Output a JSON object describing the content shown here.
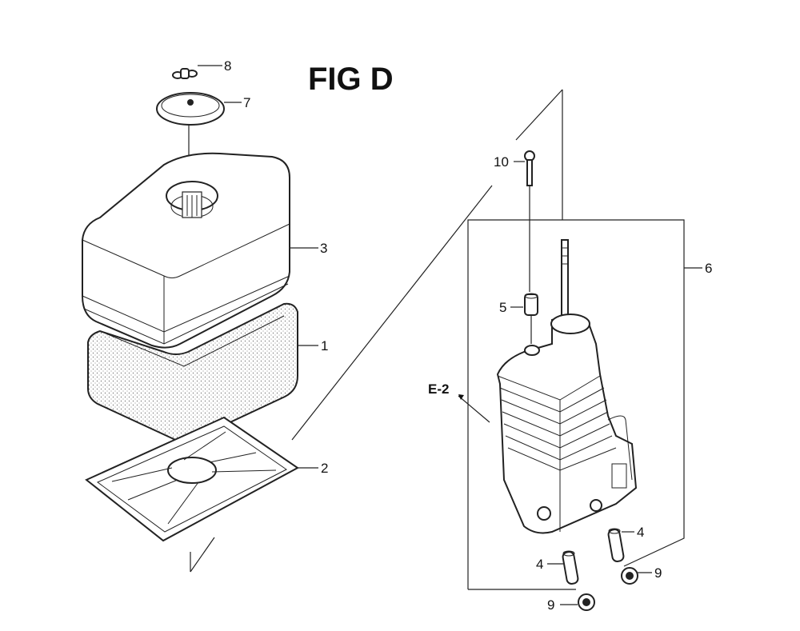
{
  "diagram": {
    "title": "FIG D",
    "reference": "E-2",
    "callouts": {
      "c1": "1",
      "c2": "2",
      "c3": "3",
      "c4a": "4",
      "c4b": "4",
      "c5": "5",
      "c6": "6",
      "c7": "7",
      "c8": "8",
      "c9a": "9",
      "c9b": "9",
      "c10": "10"
    }
  }
}
